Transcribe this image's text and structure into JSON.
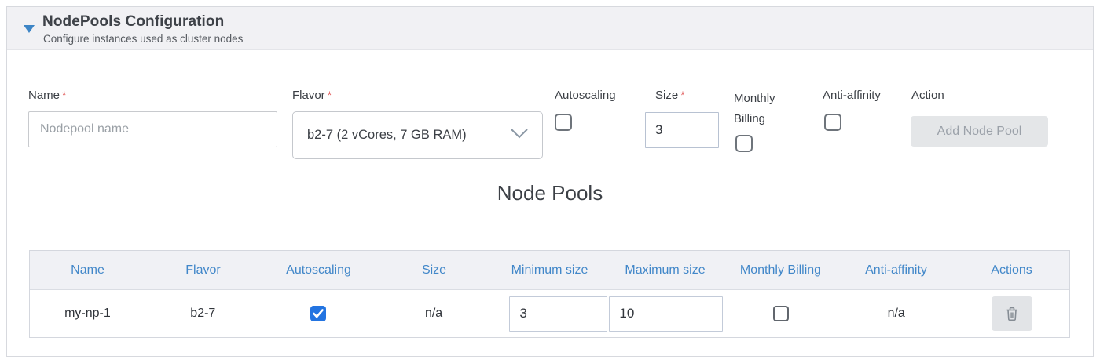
{
  "panel": {
    "title": "NodePools Configuration",
    "subtitle": "Configure instances used as cluster nodes",
    "collapse_icon": "triangle-down-icon",
    "accent_color": "#3d85c6"
  },
  "form": {
    "name": {
      "label": "Name",
      "required_mark": "*",
      "placeholder": "Nodepool name",
      "value": ""
    },
    "flavor": {
      "label": "Flavor",
      "required_mark": "*",
      "selected_option": "b2-7 (2 vCores, 7 GB RAM)"
    },
    "autoscaling": {
      "label": "Autoscaling",
      "checked": false
    },
    "size": {
      "label": "Size",
      "required_mark": "*",
      "value": "3"
    },
    "monthly_billing": {
      "label": "Monthly Billing",
      "checked": false
    },
    "anti_affinity": {
      "label": "Anti-affinity",
      "checked": false
    },
    "action": {
      "label": "Action",
      "button_label": "Add Node Pool",
      "button_disabled": true
    }
  },
  "section_title": "Node Pools",
  "table": {
    "headers": [
      "Name",
      "Flavor",
      "Autoscaling",
      "Size",
      "Minimum size",
      "Maximum size",
      "Monthly Billing",
      "Anti-affinity",
      "Actions"
    ],
    "header_text_color": "#4187c9",
    "rows": [
      {
        "name": "my-np-1",
        "flavor": "b2-7",
        "autoscaling_checked": true,
        "size": "n/a",
        "min_size": "3",
        "max_size": "10",
        "monthly_billing_checked": false,
        "anti_affinity": "n/a",
        "action_icon": "trash-icon"
      }
    ]
  },
  "colors": {
    "checkbox_checked": "#2374e1",
    "disabled_button_bg": "#e4e6e8",
    "table_header_bg": "#f0f1f5",
    "panel_header_bg": "#f1f1f4",
    "required_asterisk": "#e25f5f"
  }
}
